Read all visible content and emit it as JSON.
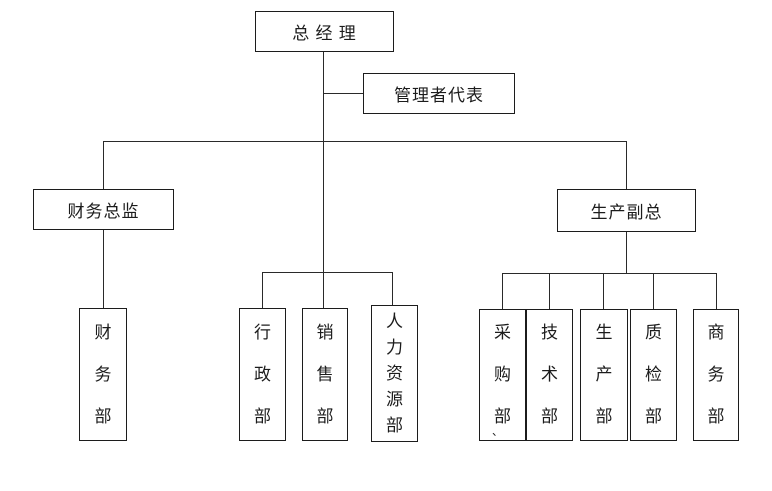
{
  "diagram": {
    "type": "org-chart",
    "colors": {
      "background": "#ffffff",
      "line": "#2a2a2a",
      "border": "#1c1c1c",
      "text": "#1c1c1c"
    },
    "nodes": {
      "general_manager": {
        "label": "总 经 理"
      },
      "management_rep": {
        "label": "管理者代表"
      },
      "finance_director": {
        "label": "财务总监"
      },
      "production_vp": {
        "label": "生产副总"
      },
      "finance_dept": {
        "label": "财\n务\n部"
      },
      "admin_dept": {
        "label": "行\n政\n部"
      },
      "sales_dept": {
        "label": "销\n售\n部"
      },
      "hr_dept": {
        "label": "人\n力\n资\n源\n部"
      },
      "procurement_dept": {
        "label": "采\n购\n部",
        "stray_mark": "、"
      },
      "tech_dept": {
        "label": "技\n术\n部"
      },
      "production_dept": {
        "label": "生\n产\n部"
      },
      "qc_dept": {
        "label": "质\n检\n部"
      },
      "business_dept": {
        "label": "商\n务\n部"
      }
    }
  }
}
